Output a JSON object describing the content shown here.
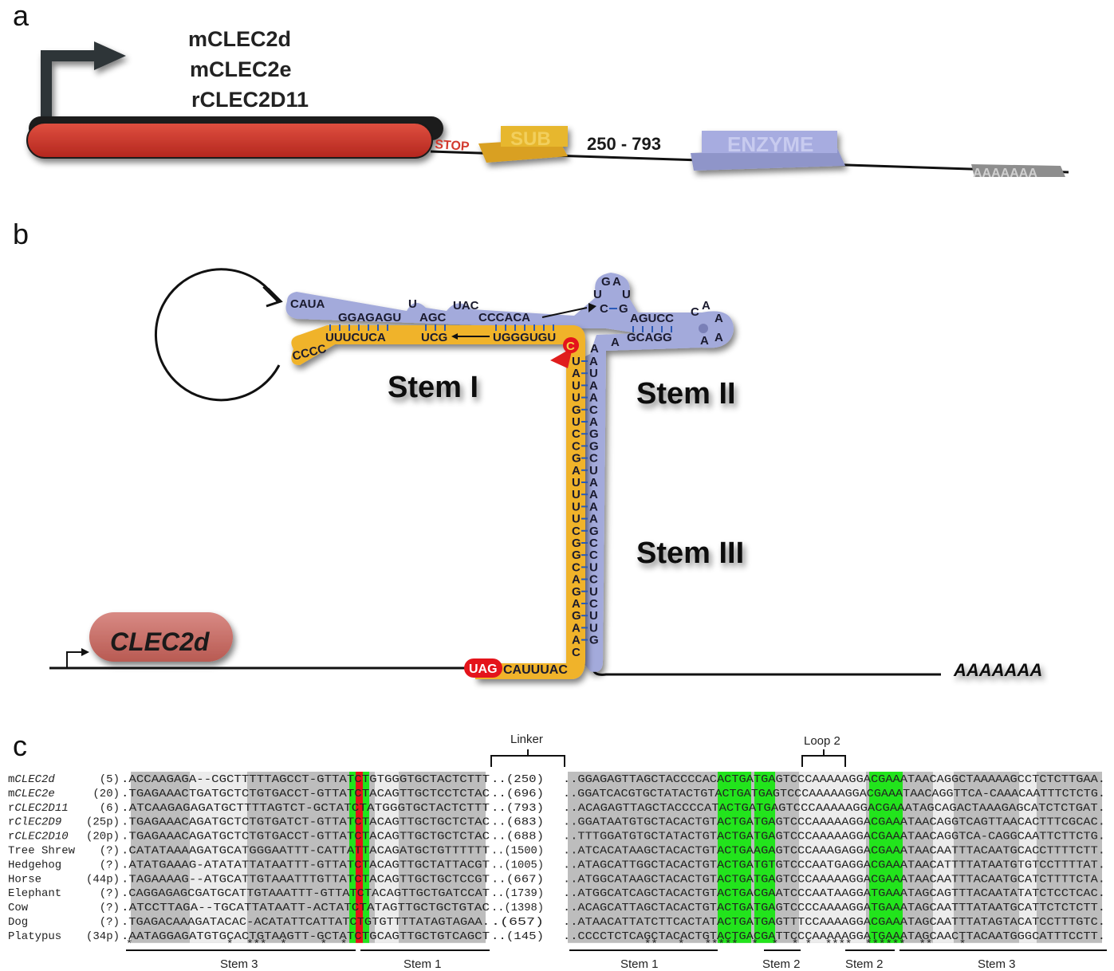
{
  "panel_a": {
    "label": "a",
    "genes": [
      "mCLEC2d",
      "mCLEC2e",
      "rCLEC2D11"
    ],
    "stop": "STOP",
    "sub": "SUB",
    "range": "250 - 793",
    "enzyme": "ENZYME",
    "polya": "AAAAAAA"
  },
  "panel_b": {
    "label": "b",
    "stem1": "Stem I",
    "stem2": "Stem II",
    "stem3": "Stem III",
    "gene": "CLEC2d",
    "uag": "UAG",
    "after_uag": "CAUUUAC",
    "polya": "AAAAAAA",
    "cleavage": "C",
    "loop_top": [
      "G",
      "A"
    ],
    "loop_uu": [
      "U",
      "U"
    ],
    "top_strand_left": "CAUA",
    "top_strand_seq": [
      "GGAGAGU",
      "U",
      "AGC",
      "UAC",
      "CCCACA"
    ],
    "bottom_strand": [
      "CCCC",
      "UUUCUCA",
      "UCG",
      "UGGGUGU"
    ],
    "stem2_top": "AGUCC",
    "stem2_bottom": "GCAGG",
    "stem2_pair": [
      "C",
      "G"
    ],
    "loop2": [
      "C",
      "A",
      "A",
      "A",
      "A"
    ],
    "left_vertical": "UAUUGUCCGAUUUUCGGCAGAGAAC",
    "right_vertical": "AUAACAGGCUAAAAGCCUCUCUUG",
    "extra_a": [
      "A",
      "A"
    ]
  },
  "panel_c": {
    "label": "c",
    "linker": "Linker",
    "loop2": "Loop 2",
    "rows": [
      {
        "name": "mCLEC2d",
        "prefix": "m",
        "italic": "CLEC2d",
        "count": "(5)",
        "left": ".ACCAAGAGA--CGCTTTTTAGCCT-GTTATCTGTGGGTGCTACTCTTT",
        "mid": "..(250)",
        "right": "..GGAGAGTTAGCTACCCCACACTGATGAGTCCCAAAAAGGACGAAATAACAGGCTAAAAAGCCTCTCTTGAA."
      },
      {
        "name": "mCLEC2e",
        "prefix": "m",
        "italic": "CLEC2e",
        "count": "(20)",
        "left": ".TGAGAAACTGATGCTCTGTGACCT-GTTATCTACAGTTGCTCCTCTAC",
        "mid": "..(696)",
        "right": "..GGATCACGTGCTATACTGTACTGATGAGTCCCAAAAAGGACGAAATAACAGGTTCA-CAAACAATTTCTCTG."
      },
      {
        "name": "rCLEC2D11",
        "prefix": "r",
        "italic": "CLEC2D11",
        "count": "(6)",
        "left": ".ATCAAGAGAGATGCTTTTAGTCT-GCTATCTATGGGTGCTACTCTTT",
        "mid": "..(793)",
        "right": "..ACAGAGTTAGCTACCCCATACTGATGAGTCCCAAAAAGGACGAAATAGCAGACTAAAGAGCATCTCTGAT."
      },
      {
        "name": "rCLEC2D9",
        "prefix": "r",
        "italic": "ClEC2D9",
        "count": "(25p)",
        "left": ".TGAGAAACAGATGCTCTGTGATCT-GTTATCTACAGTTGCTGCTCTAC",
        "mid": "..(683)",
        "right": "..GGATAATGTGCTACACTGTACTGATGAGTCCCAAAAAGGACGAAATAACAGGTCAGTTAACACTTTCGCAC."
      },
      {
        "name": "rCLEC2D10",
        "prefix": "r",
        "italic": "CLEC2D10",
        "count": "(20p)",
        "left": ".TGAGAAACAGATGCTCTGTGACCT-GTTATCTACAGTTGCTGCTCTAC",
        "mid": "..(688)",
        "right": "..TTTGGATGTGCTATACTGTACTGATGAGTCCCAAAAAGGACGAAATAACAGGTCA-CAGGCAATTCTTCTG."
      },
      {
        "name": "Tree Shrew",
        "prefix": "",
        "italic": "",
        "count": "(?)",
        "left": ".CATATAAAAGATGCATGGGAATTT-CATTATTACAGATGCTGTTTTTT",
        "mid": "..(1500)",
        "right": "..ATCACATAAGCTACACTGTACTGAAGAGTCCCAAAGAGGACGAAATAACAATTTACAATGCACCTTTTCTT."
      },
      {
        "name": "Hedgehog",
        "prefix": "",
        "italic": "",
        "count": "(?)",
        "left": ".ATATGAAAG-ATATATTATAATTT-GTTATCTACAGTTGCTATTACGT",
        "mid": "..(1005)",
        "right": "..ATAGCATTGGCTACACTGTACTGATGTGTCCCAATGAGGACGAAATAACATTTTATAATGTGTCCTTTTAT."
      },
      {
        "name": "Horse",
        "prefix": "",
        "italic": "",
        "count": "(44p)",
        "left": ".TAGAAAAG--ATGCATTGTAAATTTGTTATCTACAGTTGCTGCTCCGT",
        "mid": "..(667)",
        "right": "..ATGGCATAAGCTACACTGTACTGATGAGTCCCAAAAAGGACGAAATAACAATTTACAATGCATCTTTTCTA."
      },
      {
        "name": "Elephant",
        "prefix": "",
        "italic": "",
        "count": "(?)",
        "left": ".CAGGAGAGCGATGCATTGTAAATTT-GTTATCTACAGTTGCTGATCCAT",
        "mid": "..(1739)",
        "right": "..ATGGCATCAGCTACACTGTACTGACGAATCCCAATAAGGATGAAATAGCAGTTTACAATATATCTCCTCAC."
      },
      {
        "name": "Cow",
        "prefix": "",
        "italic": "",
        "count": "(?)",
        "left": ".ATCCTTAGA--TGCATTATAATT-ACTATCTATAGTTGCTGCTGTAC",
        "mid": "..(1398)",
        "right": "..ACAGCATTAGCTACACTGTACTGATGAGTCCCCAAAAGGATGAAATAGCAATTTATAATGCATTCTCTCTT."
      },
      {
        "name": "Dog",
        "prefix": "",
        "italic": "",
        "count": "(?)",
        "left": ".TGAGACAAAGATACAC-ACATATTCATTATCTGTGTTTTATAGTAGAA.",
        "mid": ".(657)",
        "right": "..ATAACATTATCTTCACTATACTGATGAGTTTCCAAAAGGACGAAATAGCAATTTATAGTACATCCTTTGTC."
      },
      {
        "name": "Platypus",
        "prefix": "",
        "italic": "",
        "count": "(34p)",
        "left": ".AATAGGAGATGTGCACTGTAAGTT-GCTATCTGCAGTTGCTGTCAGCT",
        "mid": "..(145)",
        "right": "..CCCCTCTCAGCTACACTGTACTGACGATTCCCAAAAAGGATGAAATAGCAACTTACAATGGGCATTTCCTT."
      }
    ],
    "stars_left": "*              *  ***  *     *  *",
    "stars_right": "**   *   *****  *  *  * *  ****  ******  **    *",
    "bottom_labels": [
      "Stem 3",
      "Stem 1",
      "Stem 1",
      "Stem 2",
      "Stem 2",
      "Stem 3"
    ]
  },
  "colors": {
    "red_bar": "#c7342a",
    "sub": "#e3b12a",
    "enzyme": "#9ea3d6",
    "orange": "#f0b32c",
    "lavender": "#a4abdb",
    "green": "#22e41c",
    "red": "#e4141b",
    "gray": "#b8b8b8"
  }
}
